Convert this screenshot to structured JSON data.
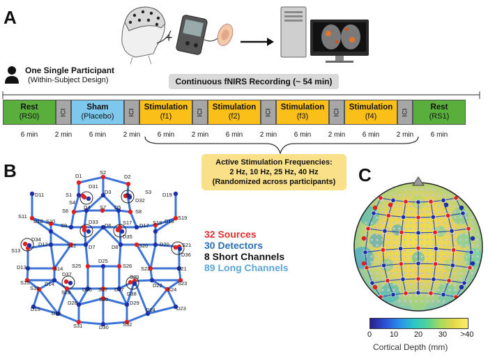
{
  "panelA": {
    "letter": "A",
    "participant_title": "One Single Participant",
    "participant_subtitle": "(Within-Subject Design)",
    "recording_label": "Continuous fNIRS Recording (~ 54 min)",
    "segments": [
      {
        "label": "Rest",
        "sub": "(RS0)",
        "type": "rest",
        "duration": "6 min"
      },
      {
        "label": "ICI",
        "sub": "",
        "type": "ici",
        "duration": "2 min"
      },
      {
        "label": "Sham",
        "sub": "(Placebo)",
        "type": "sham",
        "duration": "6 min"
      },
      {
        "label": "ICI",
        "sub": "",
        "type": "ici",
        "duration": "2 min"
      },
      {
        "label": "Stimulation",
        "sub": "(f1)",
        "type": "stim",
        "duration": "6 min"
      },
      {
        "label": "ICI",
        "sub": "",
        "type": "ici",
        "duration": "2 min"
      },
      {
        "label": "Stimulation",
        "sub": "(f2)",
        "type": "stim",
        "duration": "6 min"
      },
      {
        "label": "ICI",
        "sub": "",
        "type": "ici",
        "duration": "2 min"
      },
      {
        "label": "Stimulation",
        "sub": "(f3)",
        "type": "stim",
        "duration": "6 min"
      },
      {
        "label": "ICI",
        "sub": "",
        "type": "ici",
        "duration": "2 min"
      },
      {
        "label": "Stimulation",
        "sub": "(f4)",
        "type": "stim",
        "duration": "6 min"
      },
      {
        "label": "ICI",
        "sub": "",
        "type": "ici",
        "duration": "2 min"
      },
      {
        "label": "Rest",
        "sub": "(RS1)",
        "type": "rest",
        "duration": "6 min"
      }
    ],
    "freq_box": [
      "Active Stimulation Frequencies:",
      "2 Hz, 10 Hz, 25 Hz, 40 Hz",
      "(Randomized across participants)"
    ]
  },
  "panelB": {
    "letter": "B",
    "legend": [
      {
        "text": "32 Sources",
        "color": "#e03030"
      },
      {
        "text": "30 Detectors",
        "color": "#2a6fb0"
      },
      {
        "text": "8 Short Channels",
        "color": "#111111"
      },
      {
        "text": "89 Long Channels",
        "color": "#5ea6d8"
      }
    ]
  },
  "panelC": {
    "letter": "C",
    "colorbar_ticks": [
      "0",
      "10",
      "20",
      "30",
      ">40"
    ],
    "colorbar_label": "Cortical Depth (mm)"
  },
  "colors": {
    "rest": "#5aae3c",
    "sham": "#7ec8ee",
    "stim": "#fbbf1a",
    "ici": "#a6a6a6",
    "source": "#e02020",
    "detector": "#1d2fa8",
    "line": "#3b73d6",
    "freq_box": "#fbe08a"
  }
}
